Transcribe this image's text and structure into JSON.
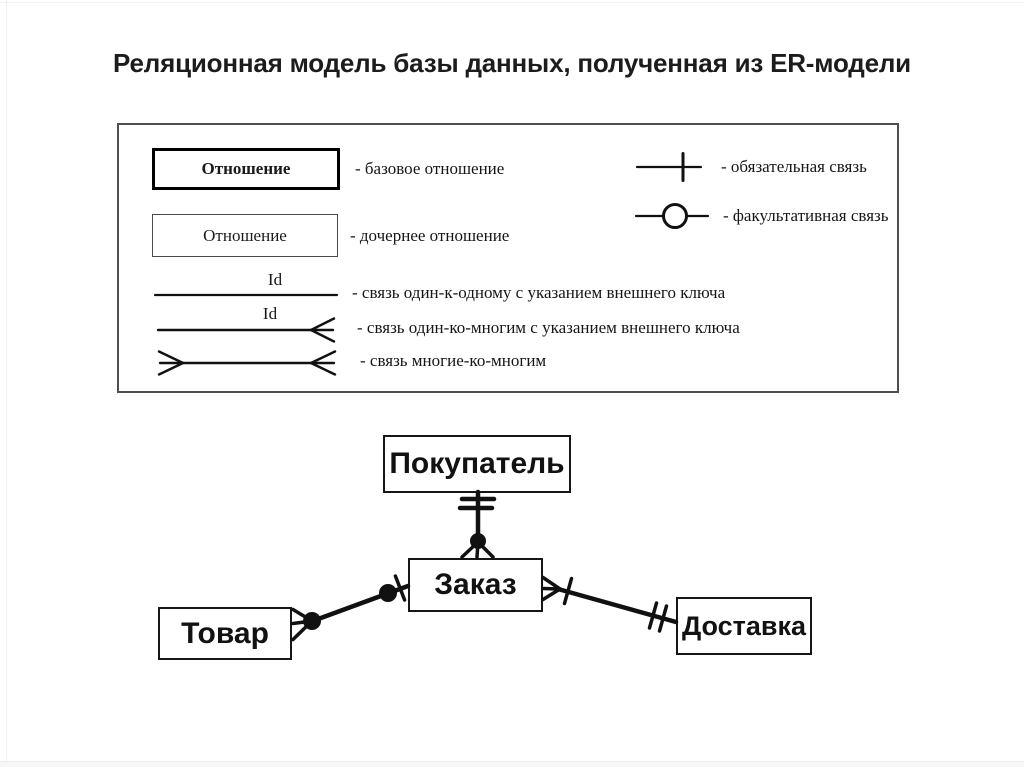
{
  "title": "Реляционная модель базы данных, полученная из ER-модели",
  "legend": {
    "base_relation": {
      "box_label": "Отношение",
      "desc": "- базовое отношение"
    },
    "child_relation": {
      "box_label": "Отношение",
      "desc": "- дочернее отношение"
    },
    "one_to_one": {
      "line_label": "Id",
      "desc": "- связь один-к-одному с указанием внешнего ключа"
    },
    "one_to_many": {
      "line_label": "Id",
      "desc": "- связь один-ко-многим с указанием внешнего ключа"
    },
    "many_to_many": {
      "desc": "- связь многие-ко-многим"
    },
    "mandatory": {
      "desc": "- обязательная связь"
    },
    "optional": {
      "desc": "- факультативная связь"
    }
  },
  "diagram": {
    "entities": [
      {
        "id": "pokupatel",
        "label": "Покупатель"
      },
      {
        "id": "zakaz",
        "label": "Заказ"
      },
      {
        "id": "tovar",
        "label": "Товар"
      },
      {
        "id": "dostavka",
        "label": "Доставка"
      }
    ]
  },
  "colors": {
    "line": "#111111",
    "panel_border": "#4f4f4f",
    "text": "#1a1a1a",
    "background": "#ffffff"
  }
}
